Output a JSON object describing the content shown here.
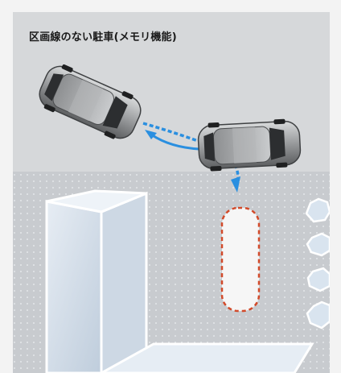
{
  "title": "区画線のない駐車(メモリ機能)",
  "icons": {
    "car_main": "car-icon",
    "car_target": "car-icon",
    "path": "parking-path-arrow",
    "spot": "parking-spot-outline",
    "obstacles": "rock-icon"
  },
  "colors": {
    "panel_bg": "#d6d8da",
    "lot_bg": "#c7cace",
    "path_blue": "#2a8fe0",
    "spot_outline": "#d24a2a",
    "building_fill": "#d9e3ee",
    "building_stroke": "#ffffff",
    "rock_fill": "#d9e4ef"
  }
}
